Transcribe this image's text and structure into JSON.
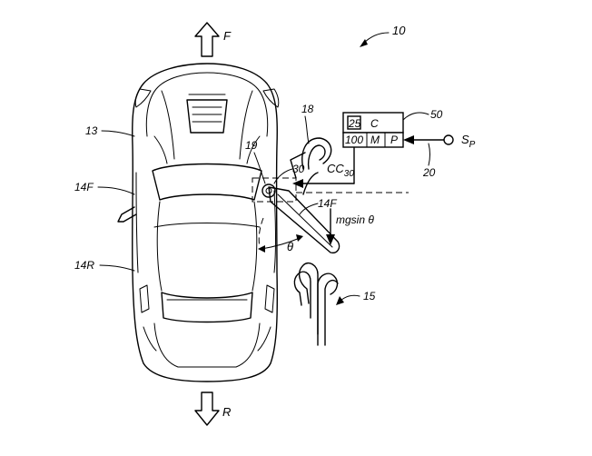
{
  "labels": {
    "fig_ref": "10",
    "forward": "F",
    "rear": "R",
    "vehicle": "13",
    "door_front_left": "14F",
    "door_front_right": "14F",
    "door_rear": "14R",
    "door_ref_bracket": "18",
    "hinge": "19",
    "actuator": "30",
    "control_signal": "CC",
    "control_signal_sub": "30",
    "force": "mgsin θ",
    "angle": "θ",
    "controller": "50",
    "sensor_line": "20",
    "sensor": "S",
    "sensor_sub": "P",
    "hinge_pins": "15"
  },
  "controller_display": {
    "top_value": "25",
    "top_text": "C",
    "bottom_value": "100",
    "bottom_m": "M",
    "bottom_p": "P"
  }
}
